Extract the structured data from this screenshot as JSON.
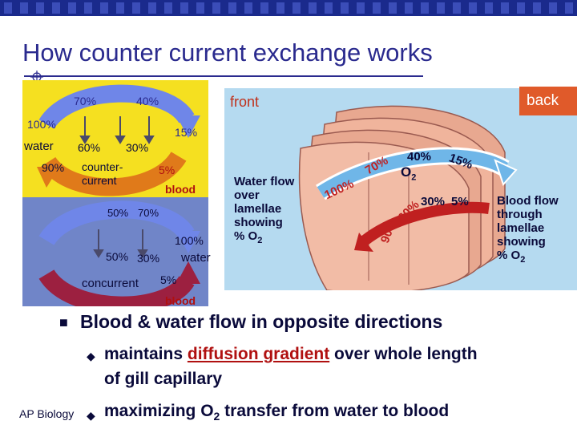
{
  "slide": {
    "title": "How counter current exchange works",
    "footer": "AP Biology"
  },
  "diagram": {
    "counter": {
      "pct_70": "70%",
      "pct_40": "40%",
      "pct_100": "100%",
      "pct_15": "15%",
      "water": "water",
      "pct_60": "60%",
      "pct_30": "30%",
      "pct_90": "90%",
      "counter_label_1": "counter-",
      "counter_label_2": "current",
      "pct_5": "5%",
      "blood": "blood"
    },
    "concurrent": {
      "pct_50_top": "50%",
      "pct_70": "70%",
      "pct_100": "100%",
      "pct_50_bottom": "50%",
      "pct_30": "30%",
      "water": "water",
      "label": "concurrent",
      "pct_5": "5%",
      "blood": "blood"
    },
    "gill": {
      "front": "front",
      "back": "back",
      "water_flow_lines": [
        "Water flow",
        "over",
        "lamellae",
        "showing",
        "% O"
      ],
      "water_flow_sub": "2",
      "blood_flow_lines": [
        "Blood flow",
        "through",
        "lamellae",
        "showing",
        "% O"
      ],
      "blood_flow_sub": "2",
      "o2": "O",
      "o2_sub": "2",
      "water_pcts": [
        "100%",
        "70%",
        "40%",
        "15%"
      ],
      "blood_pcts": [
        "90%",
        "60%",
        "30%",
        "5%"
      ]
    }
  },
  "bullets": {
    "main": "Blood & water flow in opposite directions",
    "sub1_pre": "maintains ",
    "sub1_link": "diffusion gradient",
    "sub1_post": " over whole length",
    "sub1_line2": "of gill capillary",
    "sub2_pre": "maximizing O",
    "sub2_sub": "2",
    "sub2_post": " transfer from water to blood"
  },
  "colors": {
    "title": "#2a2a8e",
    "top_panel": "#f5e020",
    "bottom_panel": "#7085c8",
    "water_arrow": "#6f86e8",
    "blood_arrow_counter": "#e07a1a",
    "blood_arrow_concurrent": "#9c2040",
    "gill_bg": "#8ec6e8",
    "blood_text": "#b01010",
    "back_tab": "#e05a2a"
  }
}
